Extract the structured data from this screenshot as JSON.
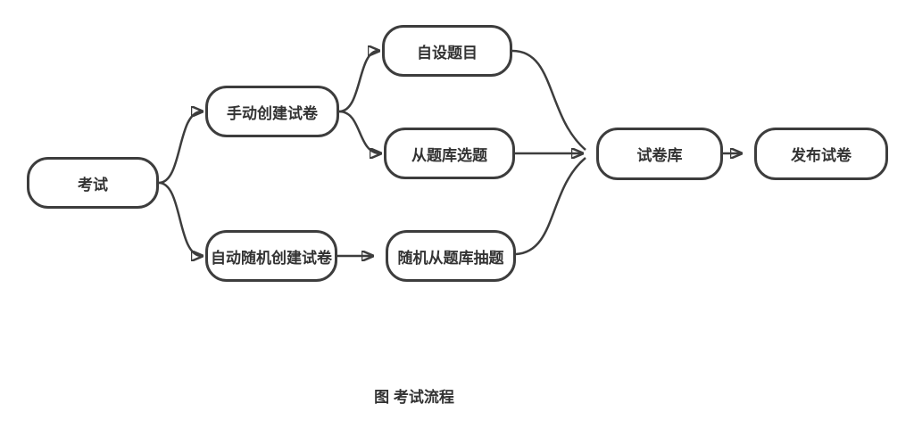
{
  "diagram": {
    "title_caption": "图 考试流程",
    "colors": {
      "background": "#ffffff",
      "node_fill": "#ffffff",
      "stroke": "#3d3d3d",
      "text": "#333333"
    },
    "nodes": [
      {
        "id": "exam",
        "label": "考试"
      },
      {
        "id": "manual-create",
        "label": "手动创建试卷"
      },
      {
        "id": "self-set-questions",
        "label": "自设题目"
      },
      {
        "id": "select-from-bank",
        "label": "从题库选题"
      },
      {
        "id": "auto-random-create",
        "label": "自动随机创建试卷"
      },
      {
        "id": "random-draw",
        "label": "随机从题库抽题"
      },
      {
        "id": "paper-library",
        "label": "试卷库"
      },
      {
        "id": "publish-paper",
        "label": "发布试卷"
      }
    ],
    "edges": [
      {
        "from": "考试",
        "to": "手动创建试卷"
      },
      {
        "from": "考试",
        "to": "自动随机创建试卷"
      },
      {
        "from": "手动创建试卷",
        "to": "自设题目"
      },
      {
        "from": "手动创建试卷",
        "to": "从题库选题"
      },
      {
        "from": "自设题目",
        "to": "试卷库"
      },
      {
        "from": "从题库选题",
        "to": "试卷库"
      },
      {
        "from": "自动随机创建试卷",
        "to": "随机从题库抽题"
      },
      {
        "from": "随机从题库抽题",
        "to": "试卷库"
      },
      {
        "from": "试卷库",
        "to": "发布试卷"
      }
    ]
  }
}
